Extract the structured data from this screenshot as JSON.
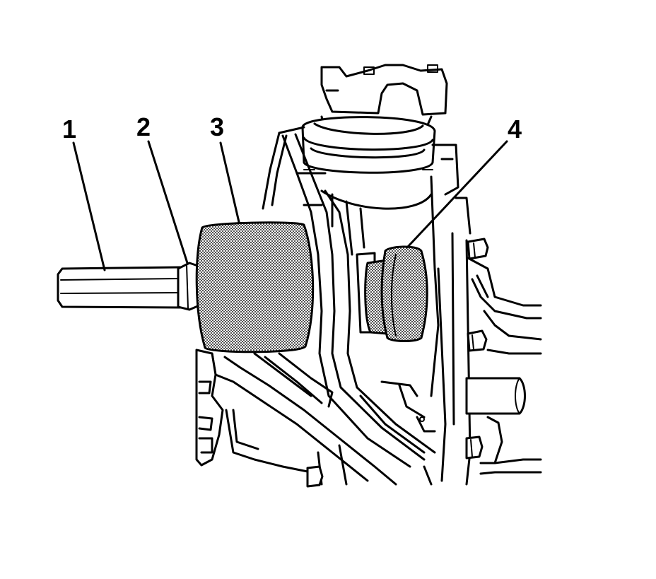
{
  "callouts": [
    {
      "label": "1"
    },
    {
      "label": "2"
    },
    {
      "label": "3"
    },
    {
      "label": "4"
    }
  ],
  "colors": {
    "line": "#000000",
    "background": "#ffffff",
    "shading": "#8a8a8a"
  }
}
